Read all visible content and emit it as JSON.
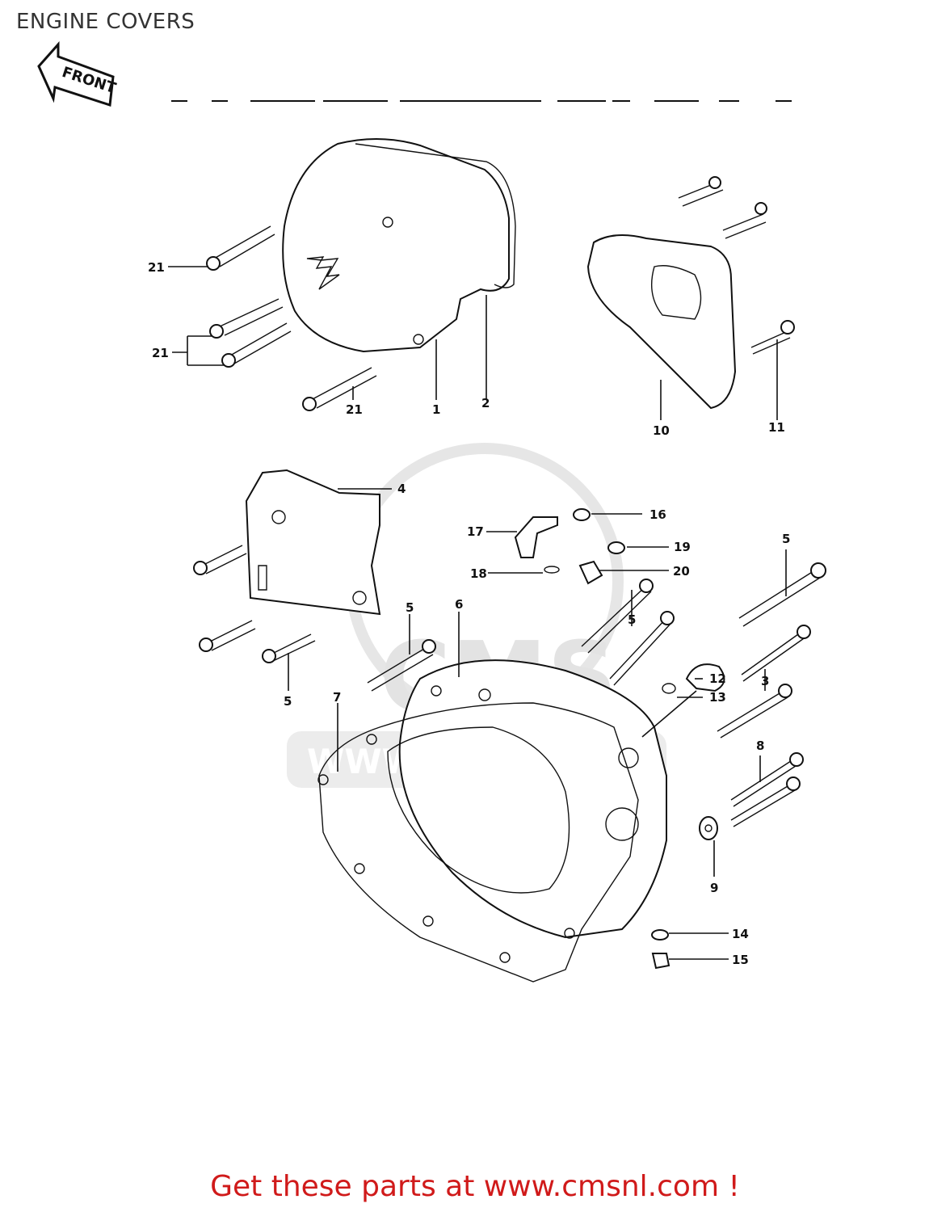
{
  "page": {
    "title": "ENGINE COVERS",
    "footer": "Get these parts at www.cmsnl.com !"
  },
  "diagram": {
    "front_arrow_label": "FRONT",
    "watermark": {
      "big_text": "CMS",
      "url_text": "WWW.CMSNL.COM"
    },
    "callouts": {
      "c1": "1",
      "c2": "2",
      "c3": "3",
      "c4": "4",
      "c5a": "5",
      "c5b": "5",
      "c5c": "5",
      "c5d": "5",
      "c6": "6",
      "c7": "7",
      "c8": "8",
      "c9": "9",
      "c10": "10",
      "c11": "11",
      "c12": "12",
      "c13": "13",
      "c14": "14",
      "c15": "15",
      "c16": "16",
      "c17": "17",
      "c18": "18",
      "c19": "19",
      "c20": "20",
      "c21a": "21",
      "c21b": "21",
      "c21c": "21"
    }
  },
  "colors": {
    "footer_text": "#d01a1a",
    "line": "#111111",
    "watermark": "#e3e3e3"
  }
}
